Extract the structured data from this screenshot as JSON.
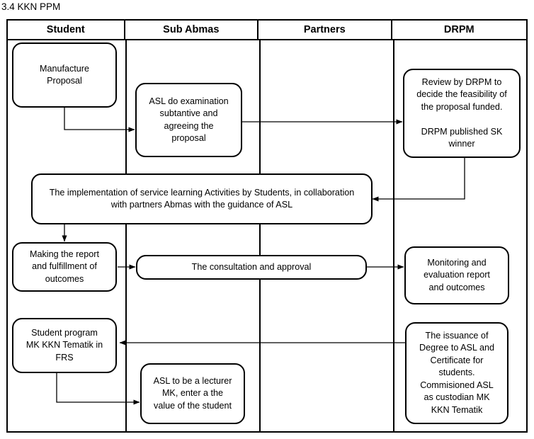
{
  "page": {
    "section_number": "3.4",
    "section_title": "3.4 KKN PPM"
  },
  "diagram": {
    "type": "swimlane-flowchart",
    "lanes": [
      {
        "id": "student",
        "label": "Student"
      },
      {
        "id": "sub-abmas",
        "label": "Sub Abmas"
      },
      {
        "id": "partners",
        "label": "Partners"
      },
      {
        "id": "drpm",
        "label": "DRPM"
      }
    ],
    "nodes": [
      {
        "id": "manufacture-proposal",
        "lane": "student",
        "text": "Manufacture\nProposal"
      },
      {
        "id": "asl-examination",
        "lane": "sub-abmas",
        "text": "ASL do examination\nsubtantive and\nagreeing the\nproposal"
      },
      {
        "id": "review-by-drpm",
        "lane": "drpm",
        "text": "Review by DRPM to\ndecide the feasibility of\nthe proposal funded.\n\nDRPM published SK\nwinner"
      },
      {
        "id": "implementation",
        "lane": "student",
        "text": "The implementation of service learning Activities by Students, in collaboration\nwith partners Abmas with the guidance of ASL"
      },
      {
        "id": "making-the-report",
        "lane": "student",
        "text": "Making the report\nand fulfillment of\noutcomes"
      },
      {
        "id": "consultation-approval",
        "lane": "sub-abmas",
        "text": "The consultation and approval"
      },
      {
        "id": "monitoring-evaluation",
        "lane": "drpm",
        "text": "Monitoring and\nevaluation report\nand outcomes"
      },
      {
        "id": "student-program-frs",
        "lane": "student",
        "text": "Student program\nMK KKN Tematik in\nFRS"
      },
      {
        "id": "asl-lecturer-mk",
        "lane": "sub-abmas",
        "text": "ASL to be a lecturer\nMK, enter a the\nvalue of the student"
      },
      {
        "id": "issuance-of-degree",
        "lane": "drpm",
        "text": "The issuance of\nDegree to ASL and\nCertificate for\nstudents.\nCommisioned ASL\nas custodian MK\nKKN Tematik"
      }
    ],
    "edges": [
      {
        "from": "manufacture-proposal",
        "to": "asl-examination"
      },
      {
        "from": "asl-examination",
        "to": "review-by-drpm"
      },
      {
        "from": "review-by-drpm",
        "to": "implementation"
      },
      {
        "from": "implementation",
        "to": "making-the-report"
      },
      {
        "from": "making-the-report",
        "to": "consultation-approval"
      },
      {
        "from": "consultation-approval",
        "to": "monitoring-evaluation"
      },
      {
        "from": "issuance-of-degree",
        "to": "student-program-frs"
      },
      {
        "from": "student-program-frs",
        "to": "asl-lecturer-mk"
      }
    ],
    "colors": {
      "line": "#000000",
      "box_fill": "#ffffff",
      "text": "#000000"
    }
  }
}
